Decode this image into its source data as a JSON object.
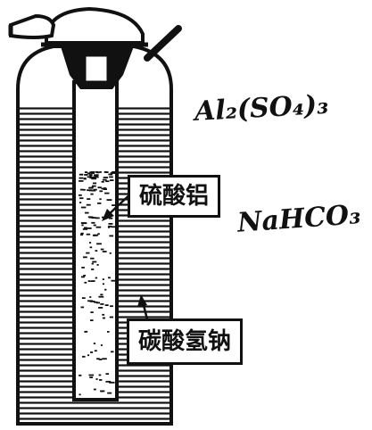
{
  "labels": {
    "upper": "硫酸铝",
    "lower": "碳酸氢钠"
  },
  "annotations": {
    "formula_al": "Al₂(SO₄)₃",
    "formula_na": "NaHCO₃"
  }
}
